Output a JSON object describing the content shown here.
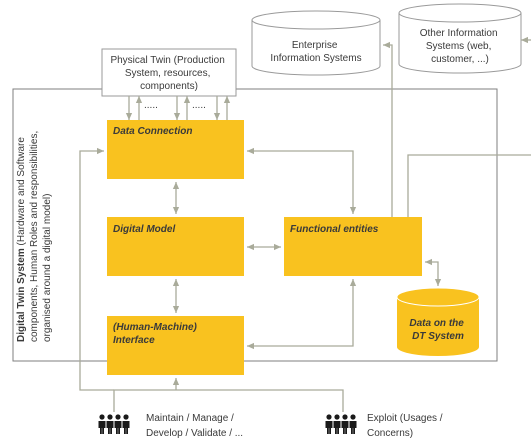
{
  "physical_twin": [
    "Physical Twin (Production",
    "System, resources,",
    "components)"
  ],
  "enterprise_is": [
    "Enterprise",
    "Information Systems"
  ],
  "other_is": [
    "Other Information",
    "Systems (web,",
    "customer, ...)"
  ],
  "dt_system_label": {
    "bold": "Digital Twin System",
    "line1": " (Hardware and Software",
    "line2": "components, Human Roles and responsibilities,",
    "line3": "organised around a digital model)"
  },
  "boxes": {
    "data_connection": "Data Connection",
    "digital_model": "Digital Model",
    "functional_entities": "Functional entities",
    "hmi": [
      "(Human-Machine)",
      "Interface"
    ],
    "data_on_dt": [
      "Data on the",
      "DT System"
    ]
  },
  "dots": ".....",
  "actors": {
    "left": [
      "Maintain / Manage /",
      "Develop / Validate / ..."
    ],
    "right": [
      "Exploit (Usages /",
      "Concerns)"
    ]
  },
  "colors": {
    "box_fill": "#f9c21f",
    "line": "#a9ab9a",
    "border": "#7f7f7f",
    "text": "#3a3a3a"
  }
}
